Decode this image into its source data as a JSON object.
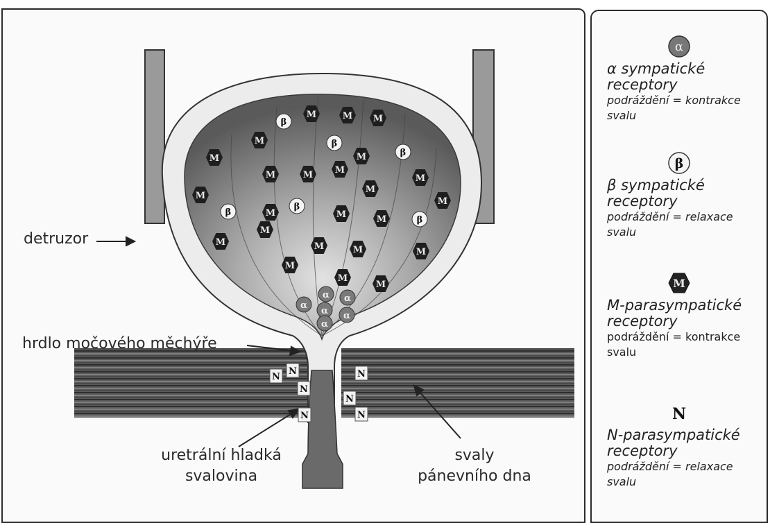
{
  "labels": {
    "detrusor": "detruzor",
    "bladder_neck": "hrdlo močového měchýře",
    "urethral_smooth_1": "uretrální hladká",
    "urethral_smooth_2": "svalovina",
    "pelvic_floor_1": "svaly",
    "pelvic_floor_2": "pánevního dna"
  },
  "receptor_letters": {
    "alpha": "α",
    "beta": "β",
    "muscarinic": "M",
    "nicotinic": "N"
  },
  "legend": [
    {
      "symbol": "α",
      "title": "α sympatické receptory",
      "desc_1": "podráždění = kontrakce",
      "desc_2": "svalu"
    },
    {
      "symbol": "β",
      "title": "β sympatické receptory",
      "desc_1": "podráždění = relaxace",
      "desc_2": "svalu"
    },
    {
      "symbol": "M",
      "title_1": "M-parasympatické",
      "title_2": "receptory",
      "desc_1": "podráždění = kontrakce",
      "desc_2": "svalu"
    },
    {
      "symbol": "N",
      "title_1": "N-parasympatické",
      "title_2": "receptory",
      "desc_1": "podráždění = relaxace",
      "desc_2": "svalu"
    }
  ],
  "colors": {
    "bladder_dark": "#5a5a5a",
    "bladder_light": "#bdbdbd",
    "muscle": "#4a4a4a",
    "wall": "#e6e6e6"
  }
}
